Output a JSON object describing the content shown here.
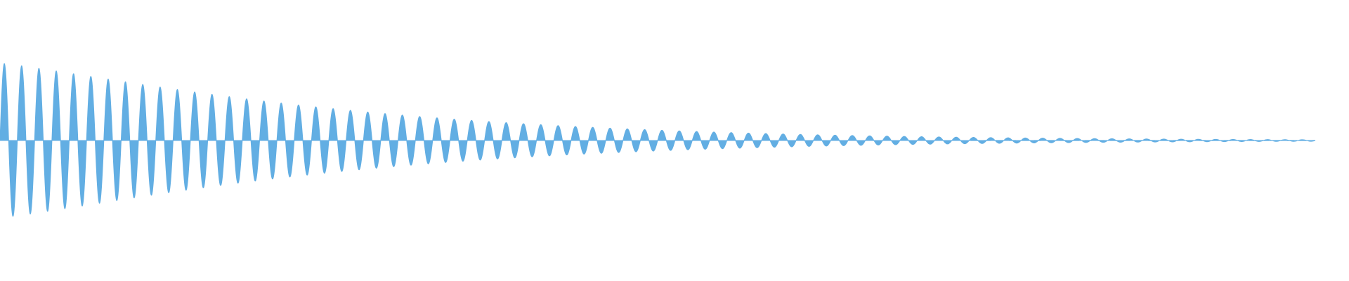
{
  "waveform": {
    "color": "#62aee3",
    "background": "#ffffff",
    "description_visible_text": "",
    "cycles_visible": 76,
    "envelope": {
      "start_amplitude": 1.0,
      "decay": "exponential",
      "near_silent_fraction_at_end": 0.01
    },
    "end_fraction": 0.975
  }
}
